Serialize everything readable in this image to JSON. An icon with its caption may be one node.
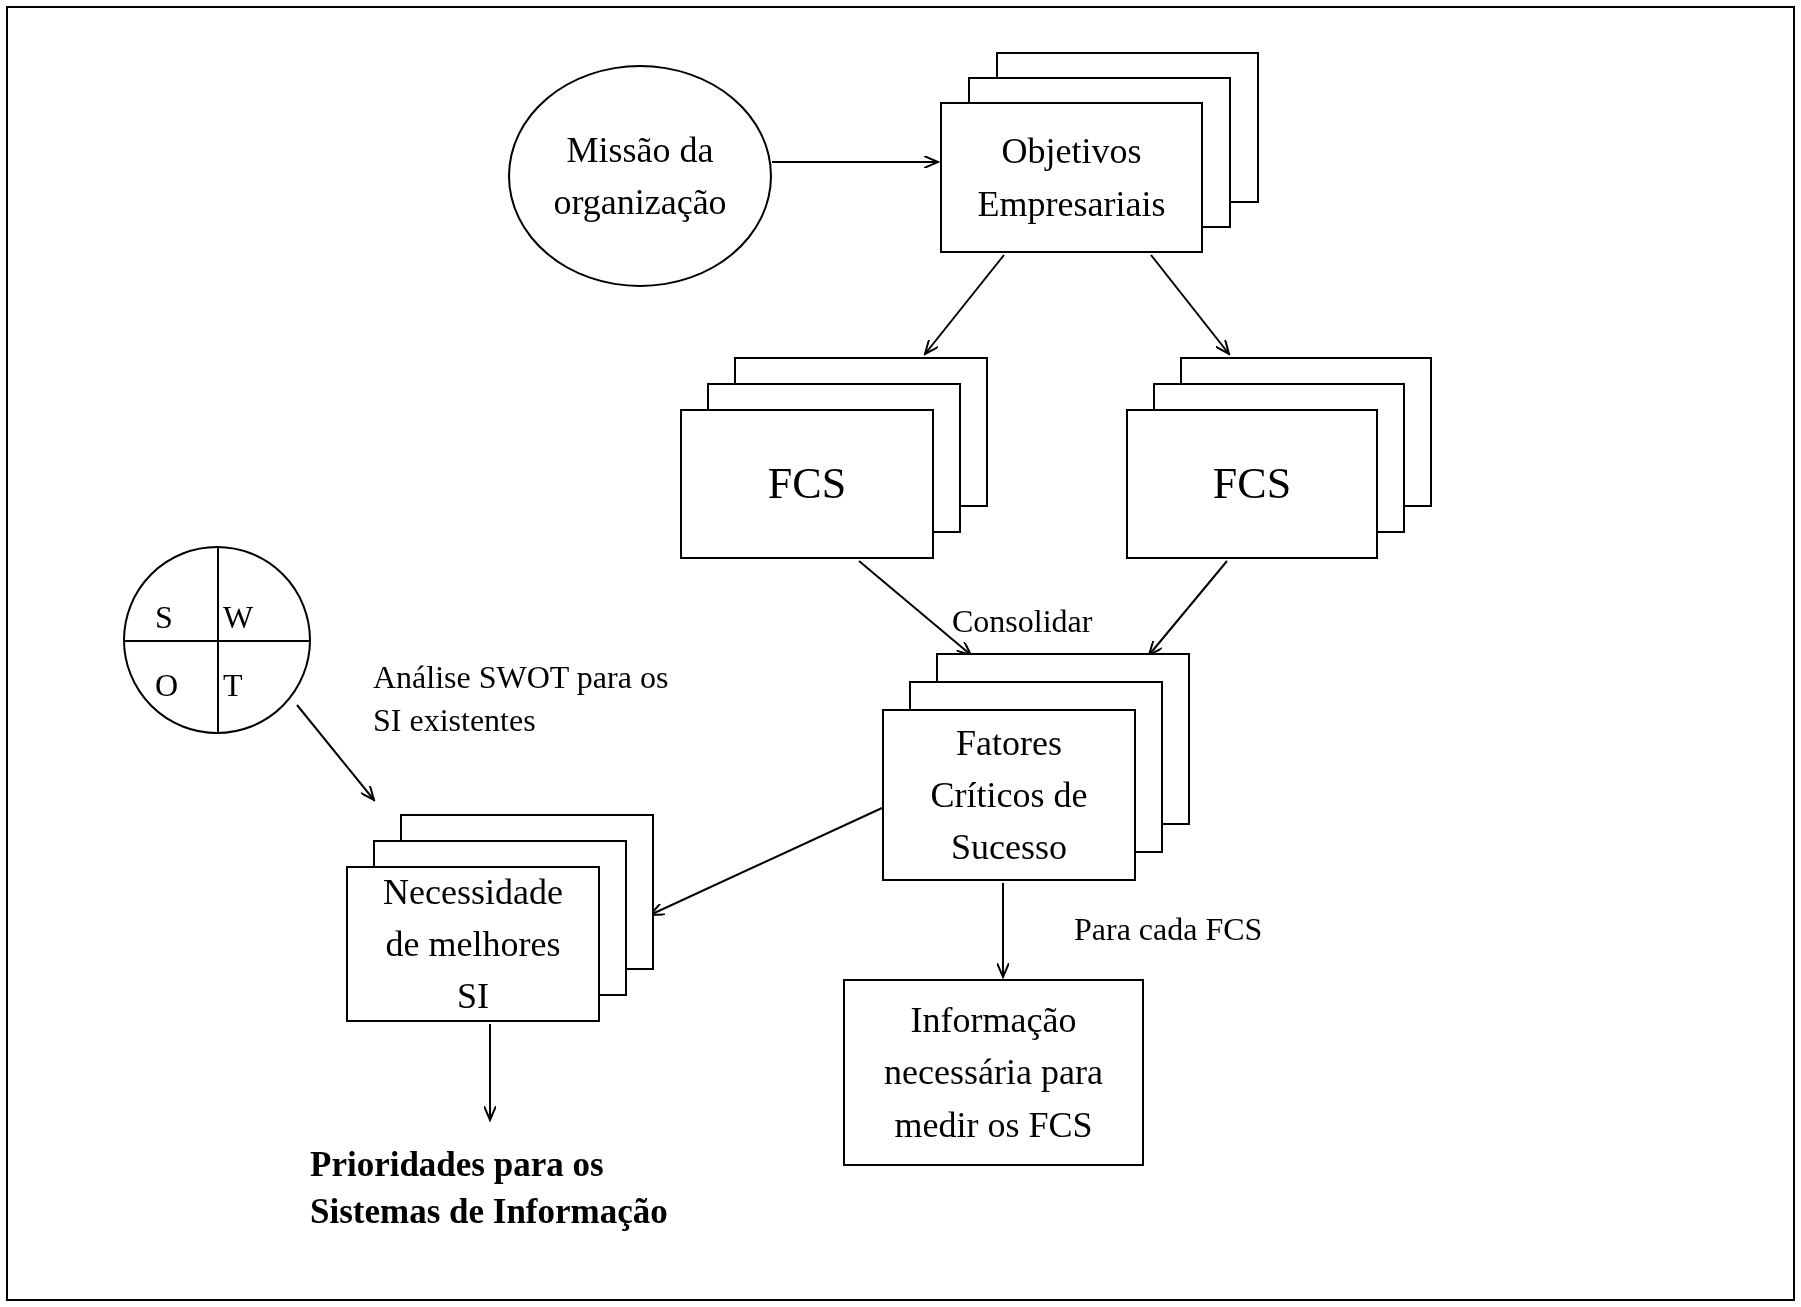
{
  "diagram": {
    "nodes": [
      {
        "text": [
          "Missão da organização"
        ]
      },
      {
        "text": [
          "Objetivos Empresariais"
        ]
      },
      {
        "text": [
          "FCS"
        ]
      },
      {
        "text": [
          "FCS"
        ]
      },
      {
        "text": [
          "Fatores Críticos de Sucesso"
        ]
      },
      {
        "text": [
          "Necessidade de melhores SI"
        ]
      },
      {
        "text": [
          "S",
          "W",
          "O",
          "T"
        ]
      },
      {
        "text": [
          "Informação necessária para medir os FCS"
        ]
      },
      {
        "text": [
          "Prioridades para os Sistemas de Informação"
        ]
      }
    ],
    "edges": [
      {
        "from": 0,
        "to": 1,
        "arrow": "to"
      },
      {
        "from": 1,
        "to": 2,
        "arrow": "to"
      },
      {
        "from": 1,
        "to": 3,
        "arrow": "to"
      },
      {
        "from": 2,
        "to": 4,
        "arrow": "to"
      },
      {
        "from": 3,
        "to": 4,
        "arrow": "to"
      },
      {
        "from": 4,
        "to": 5,
        "arrow": "to"
      },
      {
        "from": 4,
        "to": 7,
        "arrow": "to",
        "label": "Para cada FCS"
      },
      {
        "from": 6,
        "to": 5,
        "arrow": "to"
      },
      {
        "from": 5,
        "to": 8,
        "arrow": "to"
      }
    ],
    "labels": [
      "Consolidar",
      "Análise SWOT para os SI existentes"
    ]
  }
}
